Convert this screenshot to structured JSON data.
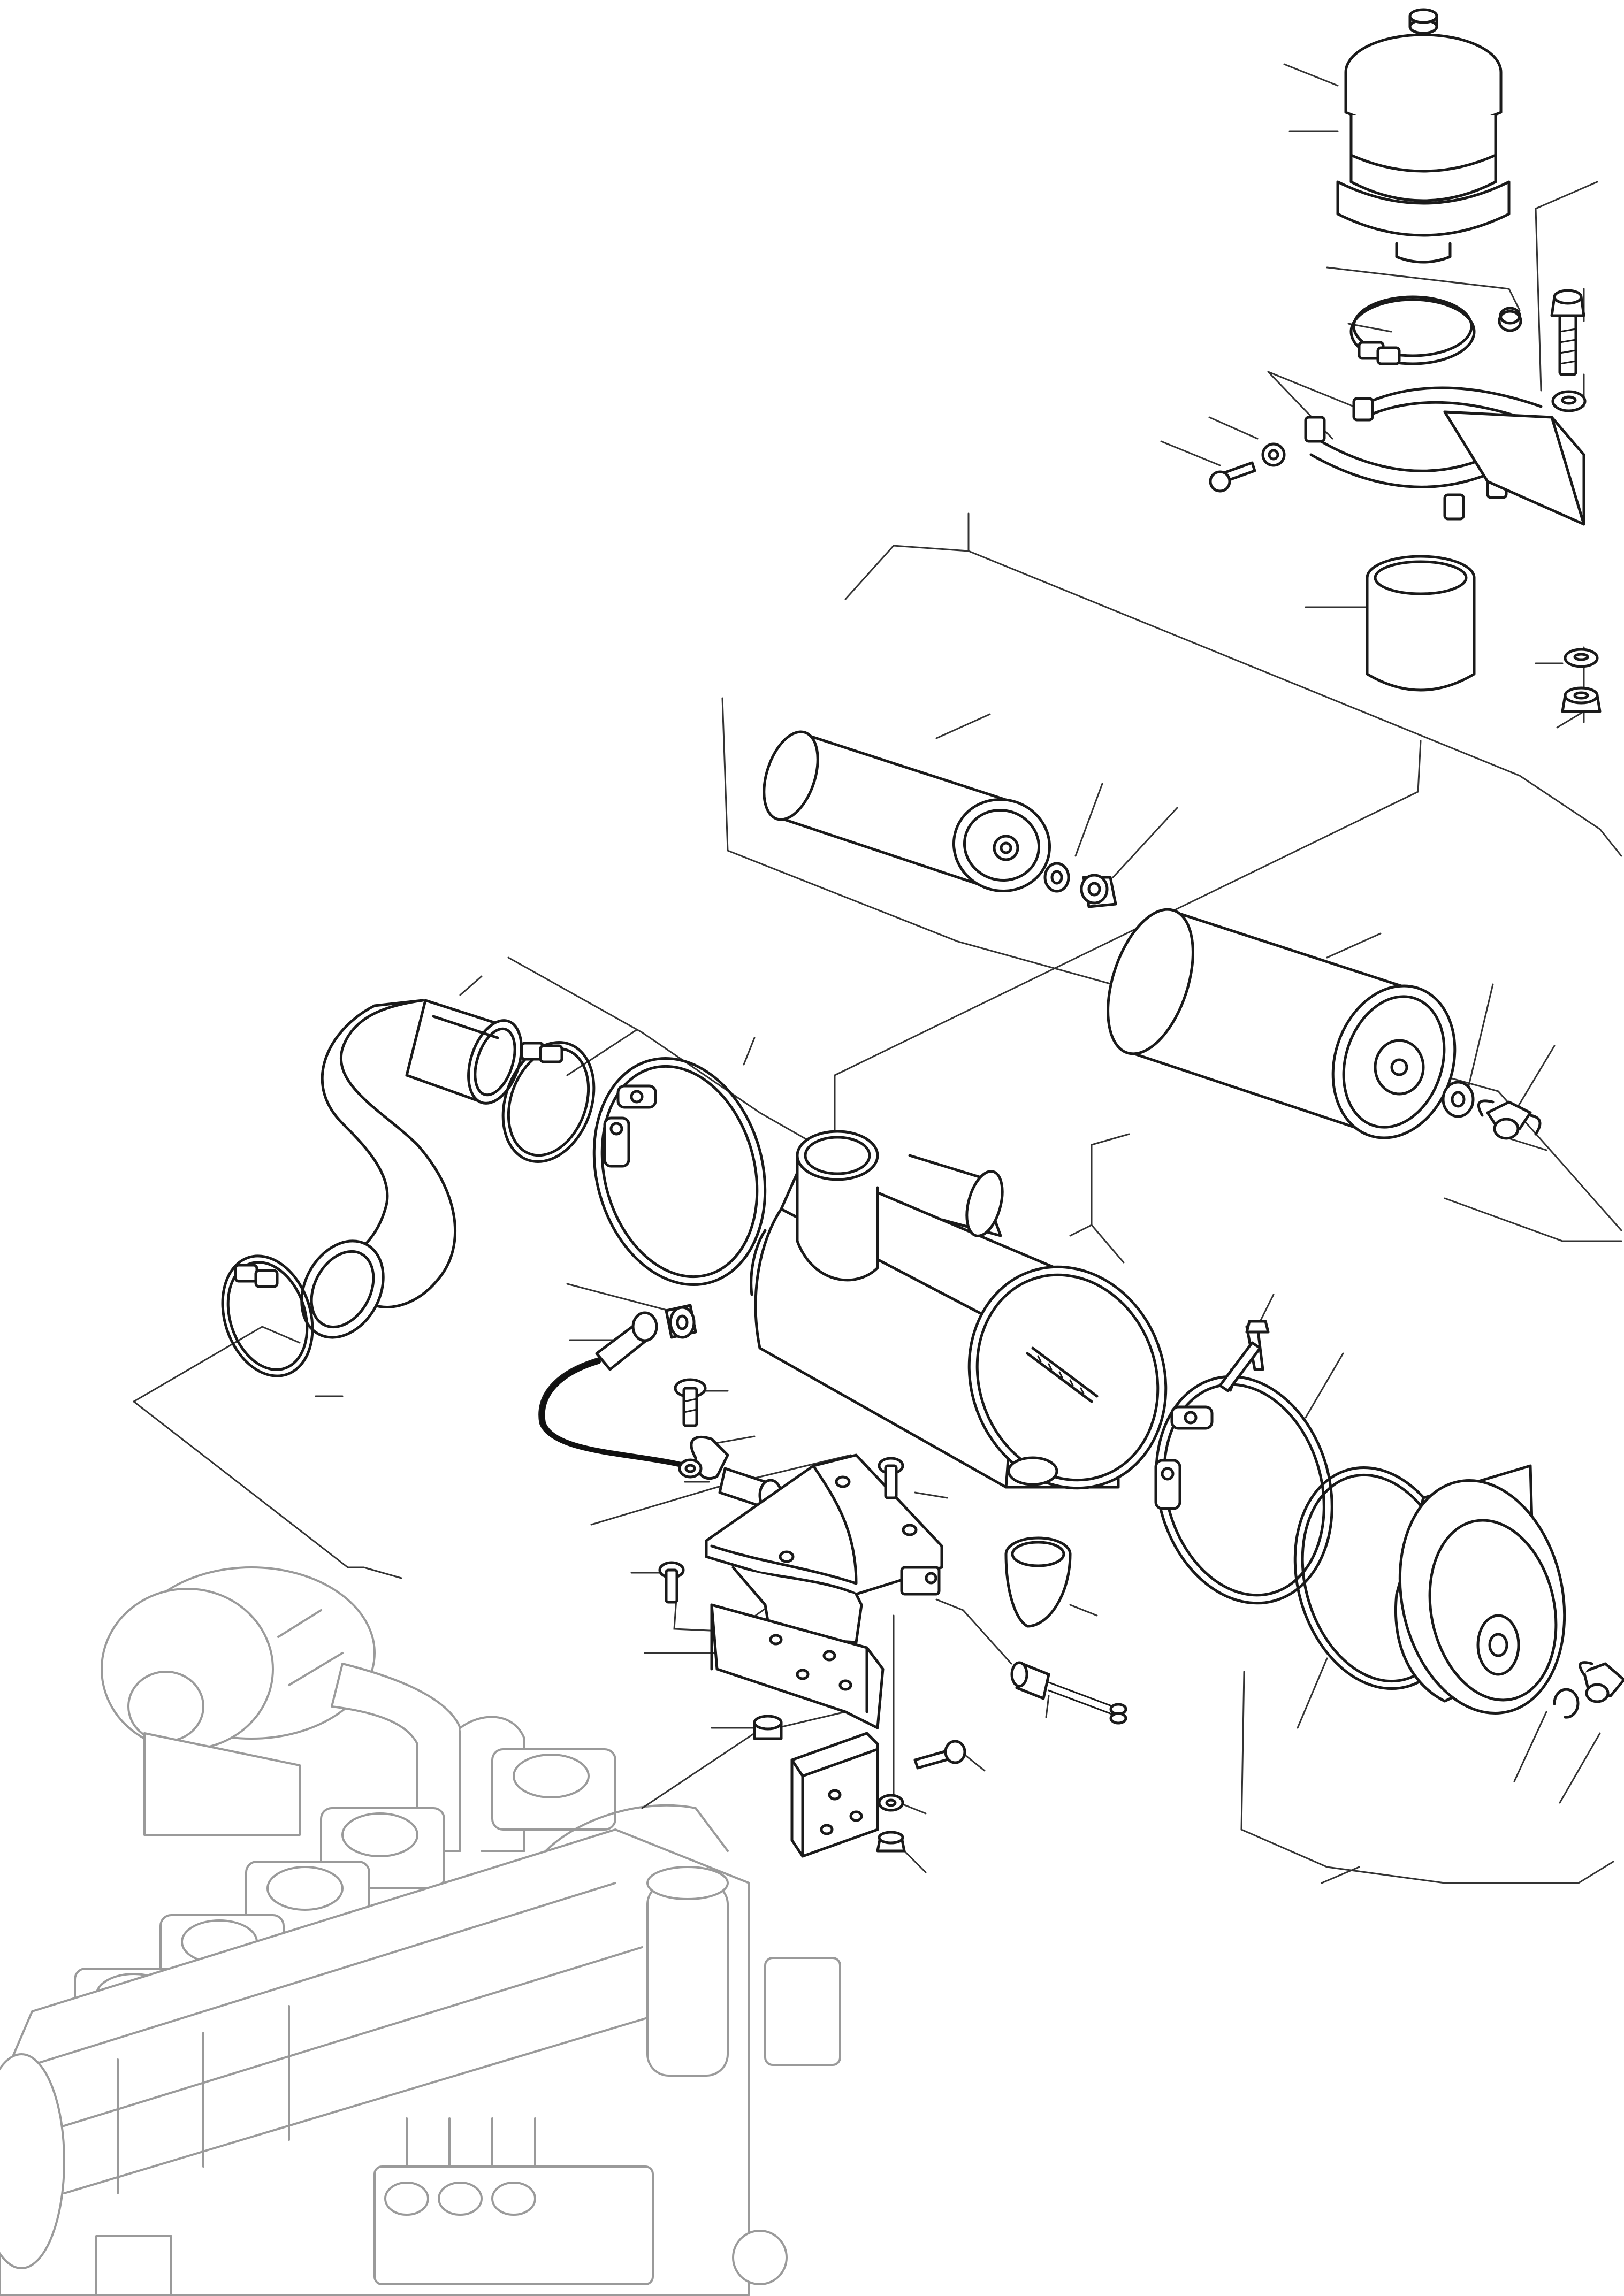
{
  "diagram": {
    "kind": "exploded-parts-view",
    "line_color": "#1a1a1a",
    "ghost_color": "#9a9a9a",
    "background": "#ffffff",
    "parts": [
      {
        "id": "precleaner-cap",
        "icon": "precleaner-cap-icon"
      },
      {
        "id": "precleaner-body",
        "icon": "precleaner-body-icon"
      },
      {
        "id": "hose-clamp-small-top",
        "icon": "hose-clamp-icon"
      },
      {
        "id": "mounting-band-top",
        "icon": "mounting-band-icon"
      },
      {
        "id": "bracket-top",
        "icon": "bracket-icon"
      },
      {
        "id": "bolt-top",
        "icon": "bolt-icon"
      },
      {
        "id": "washer-top",
        "icon": "washer-icon"
      },
      {
        "id": "nut-top",
        "icon": "nut-icon"
      },
      {
        "id": "inlet-tube",
        "icon": "tube-icon"
      },
      {
        "id": "safety-filter-element",
        "icon": "filter-element-icon"
      },
      {
        "id": "main-filter-element",
        "icon": "filter-element-icon"
      },
      {
        "id": "seal-washer",
        "icon": "washer-icon"
      },
      {
        "id": "wing-nut",
        "icon": "wing-nut-icon"
      },
      {
        "id": "air-cleaner-housing",
        "icon": "air-cleaner-housing-icon"
      },
      {
        "id": "end-cover",
        "icon": "end-cover-icon"
      },
      {
        "id": "mounting-band-left",
        "icon": "mounting-band-icon"
      },
      {
        "id": "mounting-band-right",
        "icon": "mounting-band-icon"
      },
      {
        "id": "intake-hose",
        "icon": "intake-hose-icon"
      },
      {
        "id": "hose-clamp-left",
        "icon": "hose-clamp-icon"
      },
      {
        "id": "hose-clamp-right",
        "icon": "hose-clamp-icon"
      },
      {
        "id": "restriction-sensor",
        "icon": "sensor-icon"
      },
      {
        "id": "cable-clip",
        "icon": "cable-clip-icon"
      },
      {
        "id": "support-cradle",
        "icon": "cradle-icon"
      },
      {
        "id": "angle-bracket",
        "icon": "bracket-icon"
      },
      {
        "id": "dust-valve",
        "icon": "dust-valve-icon"
      },
      {
        "id": "switch-connector",
        "icon": "connector-icon"
      },
      {
        "id": "circlip",
        "icon": "circlip-icon"
      },
      {
        "id": "engine-assembly",
        "icon": "engine-icon"
      }
    ]
  }
}
